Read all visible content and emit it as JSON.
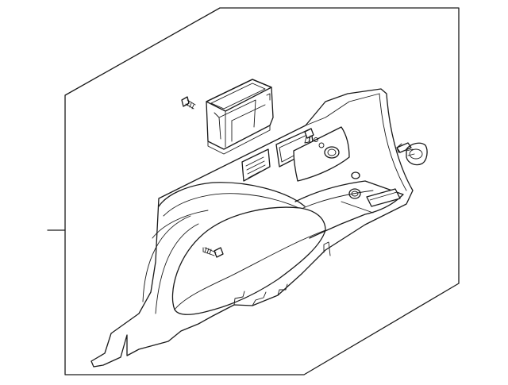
{
  "diagram": {
    "type": "exploded-parts-diagram",
    "background": "#ffffff",
    "line_color": "#1a1a1a",
    "parts": [
      {
        "name": "quarter-trim-panel",
        "icon": "trim-panel-icon"
      },
      {
        "name": "storage-box",
        "icon": "box-icon"
      },
      {
        "name": "screw-top",
        "icon": "screw-icon"
      },
      {
        "name": "screw-panel",
        "icon": "screw-icon"
      },
      {
        "name": "screw-center",
        "icon": "screw-icon"
      },
      {
        "name": "push-clip",
        "icon": "clip-icon"
      }
    ]
  }
}
